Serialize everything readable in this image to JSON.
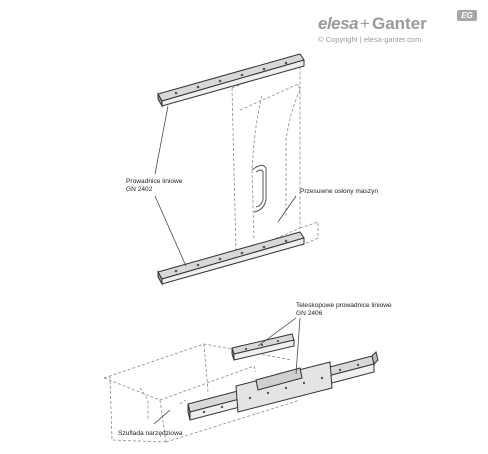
{
  "logo": {
    "brand_left": "elesa",
    "brand_plus": "+",
    "brand_right": "Ganter",
    "badge": "EG",
    "copyright": "© Copyright | elesa-ganter.com"
  },
  "labels": {
    "linear_guides_line1": "Prowadnice liniowe",
    "linear_guides_line2": "GN 2402",
    "machine_covers": "Przesuwne osłony maszyn",
    "telescopic_line1": "Teleskopowe prowadnice liniowe",
    "telescopic_line2": "GN 2406",
    "drawer": "Szuflada narzędziowa"
  },
  "colors": {
    "line": "#333333",
    "dashed": "#8a8a8a",
    "rail_fill": "#d8d8d8",
    "logo": "#9a9a9a"
  }
}
